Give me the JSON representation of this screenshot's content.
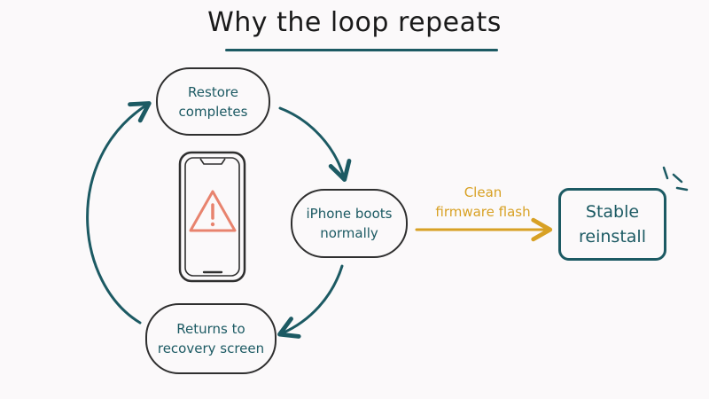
{
  "title": "Why the loop repeats",
  "nodes": {
    "restore": "Restore\ncompletes",
    "boots": "iPhone boots\nnormally",
    "recovery": "Returns to\nrecovery screen",
    "stable": "Stable\nreinstall"
  },
  "edge_label": "Clean\nfirmware flash",
  "icons": {
    "phone": "phone-icon",
    "warning": "warning-triangle-icon",
    "sparkle": "sparkle-lines-icon"
  },
  "colors": {
    "teal": "#1c5a63",
    "gold": "#d8a124",
    "warning": "#e8836e",
    "outline": "#2f2f2f"
  }
}
